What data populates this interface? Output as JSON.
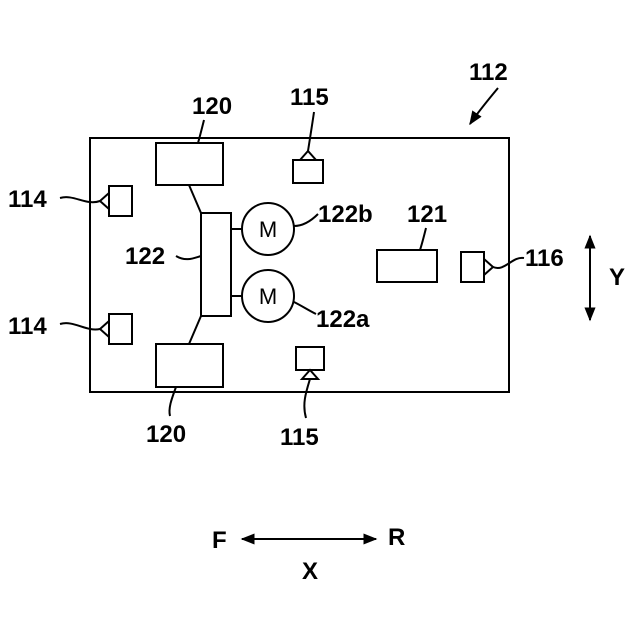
{
  "labels": {
    "vehicle": "112",
    "camera_front_top": "114",
    "camera_front_bottom": "114",
    "camera_side_top": "115",
    "camera_side_bottom": "115",
    "camera_rear": "116",
    "wheel_top": "120",
    "wheel_bottom": "120",
    "controller": "121",
    "steering": "122",
    "motor_b": "122b",
    "motor_a": "122a"
  },
  "motor_symbol": "M",
  "axes": {
    "y": "Y",
    "x": "X",
    "x_left": "F",
    "x_right": "R"
  }
}
